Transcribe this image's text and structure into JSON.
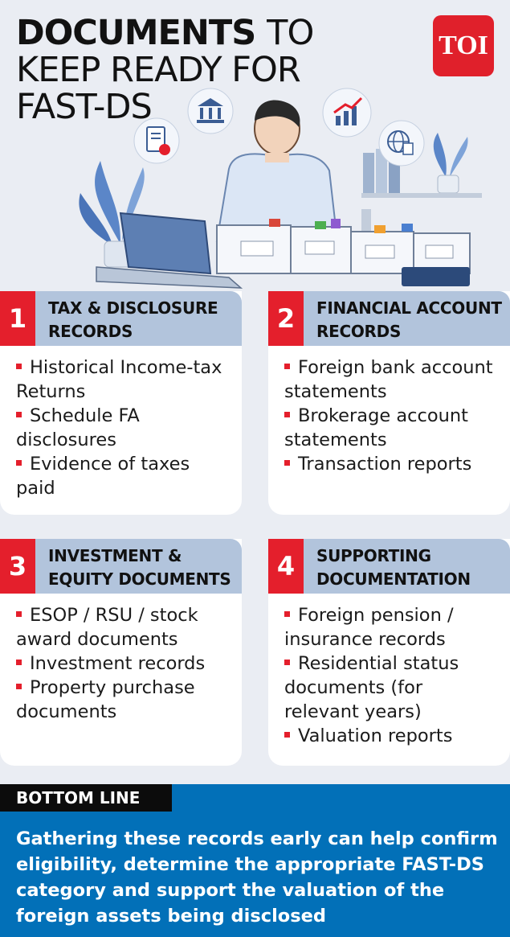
{
  "header": {
    "title_bold": "DOCUMENTS",
    "title_rest": "TO KEEP READY FOR FAST-DS",
    "logo_text": "TOI"
  },
  "colors": {
    "accent_red": "#e41f2c",
    "card_header": "#b2c4dc",
    "bottom_blue": "#0270b8",
    "background": "#eaedf3"
  },
  "cards": [
    {
      "number": "1",
      "title": "TAX & DISCLOSURE RECORDS",
      "items": [
        "Historical Income-tax Returns",
        "Schedule FA disclosures",
        "Evidence of taxes paid"
      ]
    },
    {
      "number": "2",
      "title": "FINANCIAL ACCOUNT RECORDS",
      "items": [
        "Foreign bank account statements",
        "Brokerage account statements",
        "Transaction reports"
      ]
    },
    {
      "number": "3",
      "title": "INVESTMENT & EQUITY DOCUMENTS",
      "items": [
        "ESOP / RSU / stock award documents",
        "Investment records",
        "Property purchase documents"
      ]
    },
    {
      "number": "4",
      "title": "SUPPORTING DOCUMENTATION",
      "items": [
        "Foreign pension / insurance records",
        "Residential status documents (for relevant years)",
        "Valuation reports"
      ]
    }
  ],
  "bottom_line": {
    "label": "BOTTOM LINE",
    "text": "Gathering these records early can help confirm eligibility, determine the appropriate FAST-DS category and support the valuation of the foreign assets being disclosed"
  },
  "icons": [
    "document-check-icon",
    "bank-icon",
    "growth-chart-icon",
    "globe-document-icon",
    "plant-icon",
    "laptop-icon"
  ]
}
